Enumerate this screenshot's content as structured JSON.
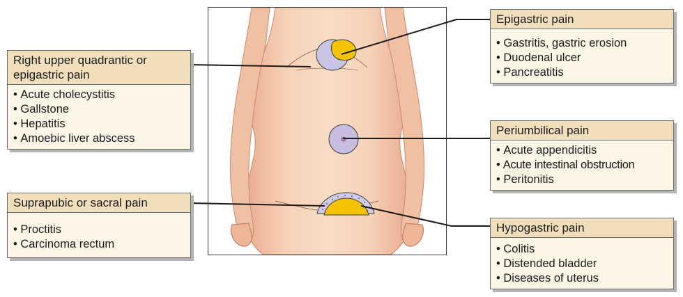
{
  "callouts": {
    "right_upper": {
      "title_line1": "Right upper quadrantic or",
      "title_line2": "epigastric pain",
      "items": [
        "Acute cholecystitis",
        "Gallstone",
        "Hepatitis",
        "Amoebic liver abscess"
      ]
    },
    "suprapubic": {
      "title": "Suprapubic or sacral pain",
      "items": [
        "Proctitis",
        "Carcinoma rectum"
      ]
    },
    "epigastric": {
      "title": "Epigastric pain",
      "items": [
        "Gastritis, gastric erosion",
        "Duodenal ulcer",
        "Pancreatitis"
      ]
    },
    "periumbilical": {
      "title": "Periumbilical pain",
      "items": [
        "Acute appendicitis",
        "Acute intestinal obstruction",
        "Peritonitis"
      ]
    },
    "hypogastric": {
      "title": "Hypogastric pain",
      "items": [
        "Colitis",
        "Distended bladder",
        "Diseases of uterus"
      ]
    }
  },
  "colors": {
    "skin": "#f2c4a6",
    "skin_shadow": "#d99a7a",
    "epigastric_region": "#f6c300",
    "right_upper_region": "#c7c4e6",
    "periumbilical_region": "#c8bde0",
    "suprapubic_region": "#cfcbe8",
    "hypogastric_region": "#f6c300",
    "callout_header": "#f1dfbc",
    "callout_body": "#fdf6e6"
  }
}
